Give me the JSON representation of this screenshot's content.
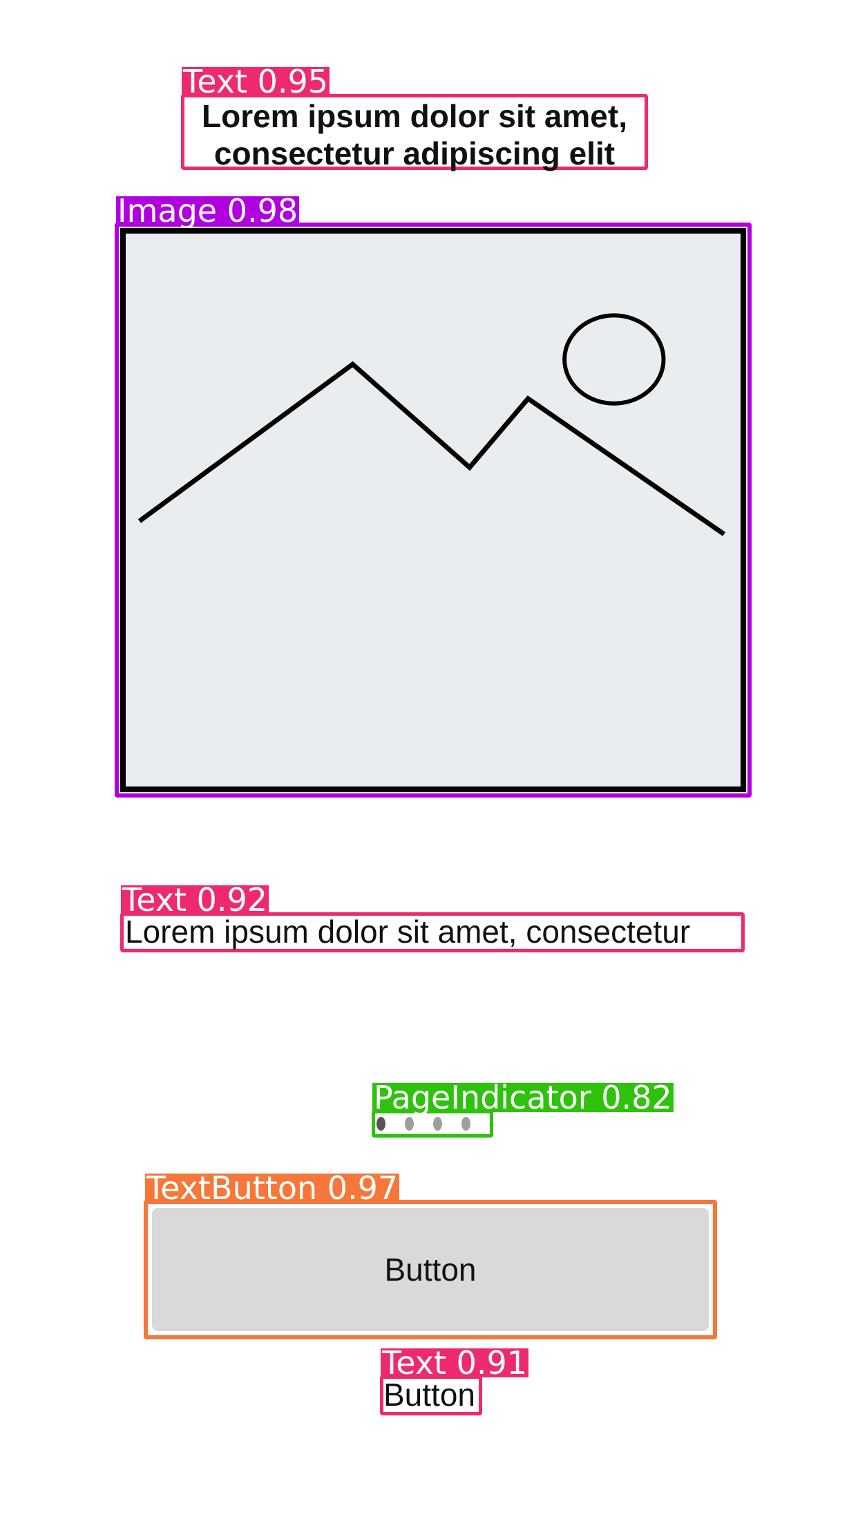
{
  "detections": [
    {
      "type": "Text",
      "score": "0.95"
    },
    {
      "type": "Image",
      "score": "0.98"
    },
    {
      "type": "Text",
      "score": "0.92"
    },
    {
      "type": "PageIndicator",
      "score": "0.82"
    },
    {
      "type": "TextButton",
      "score": "0.97"
    },
    {
      "type": "Text",
      "score": "0.91"
    }
  ],
  "labels": {
    "title_text": "Text 0.95",
    "hero_image": "Image 0.98",
    "body_text": "Text 0.92",
    "page_indicator": "PageIndicator 0.82",
    "text_button": "TextButton 0.97",
    "button_caption": "Text 0.91"
  },
  "title": {
    "text": "Lorem ipsum dolor sit amet,\nconsectetur adipiscing elit"
  },
  "hero_image": {
    "icon": "image-placeholder-icon",
    "background": "#e9edef"
  },
  "body": {
    "text": "Lorem ipsum dolor sit amet, consectetur"
  },
  "page_indicator": {
    "count": 4,
    "active_index": 0
  },
  "button": {
    "label": "Button",
    "background": "#d9d9d9"
  },
  "caption": {
    "text": "Button"
  },
  "colors": {
    "text_box": "#ee2a6e",
    "image_box": "#b000e0",
    "page_indicator_box": "#2fc20d",
    "button_box": "#f5773a"
  }
}
